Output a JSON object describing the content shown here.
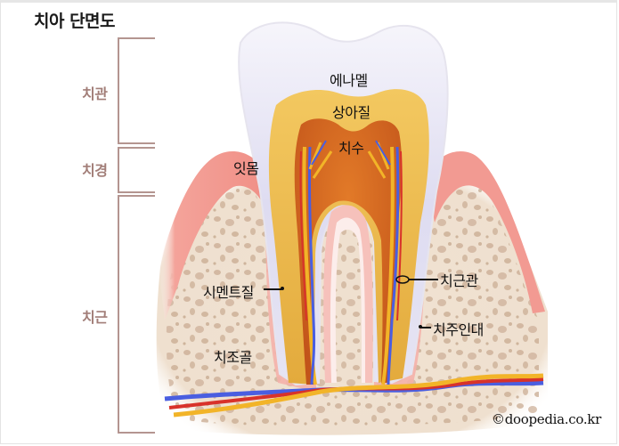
{
  "title": "치아 단면도",
  "regions": {
    "crown": "치관",
    "neck": "치경",
    "root": "치근"
  },
  "labels": {
    "enamel": "에나멜",
    "dentin": "상아질",
    "pulp": "치수",
    "gum": "잇몸",
    "cementum": "시멘트질",
    "root_canal": "치근관",
    "periodontal_ligament": "치주인대",
    "alveolar_bone": "치조골"
  },
  "credit": "©doopedia.co.kr",
  "colors": {
    "bracket": "#b49590",
    "region_label": "#a27e78",
    "enamel": "#dcdaf0",
    "dentin": "#e8b64a",
    "pulp": "#d0661e",
    "gum": "#f29a92",
    "bone": "#f0e2d2",
    "vein": "#4a5ee0",
    "artery": "#d8322a",
    "nerve": "#f2b428"
  }
}
